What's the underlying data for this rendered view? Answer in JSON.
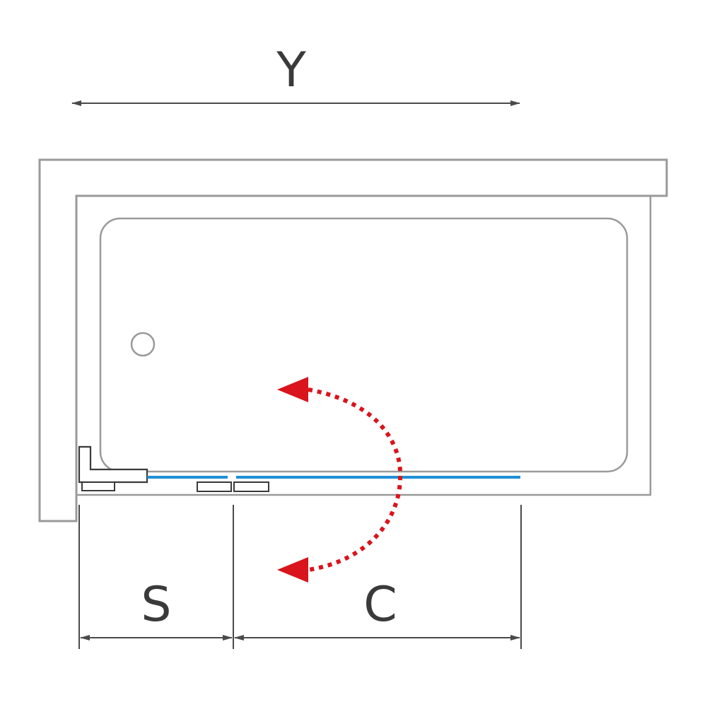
{
  "labels": {
    "y": "Y",
    "s": "S",
    "c": "C"
  },
  "colors": {
    "outline": "#9a9a9a",
    "dimension": "#4a4a4a",
    "glass": "#1f8fd6",
    "swing_arrow": "#d9141c",
    "text": "#3a3a3a"
  }
}
